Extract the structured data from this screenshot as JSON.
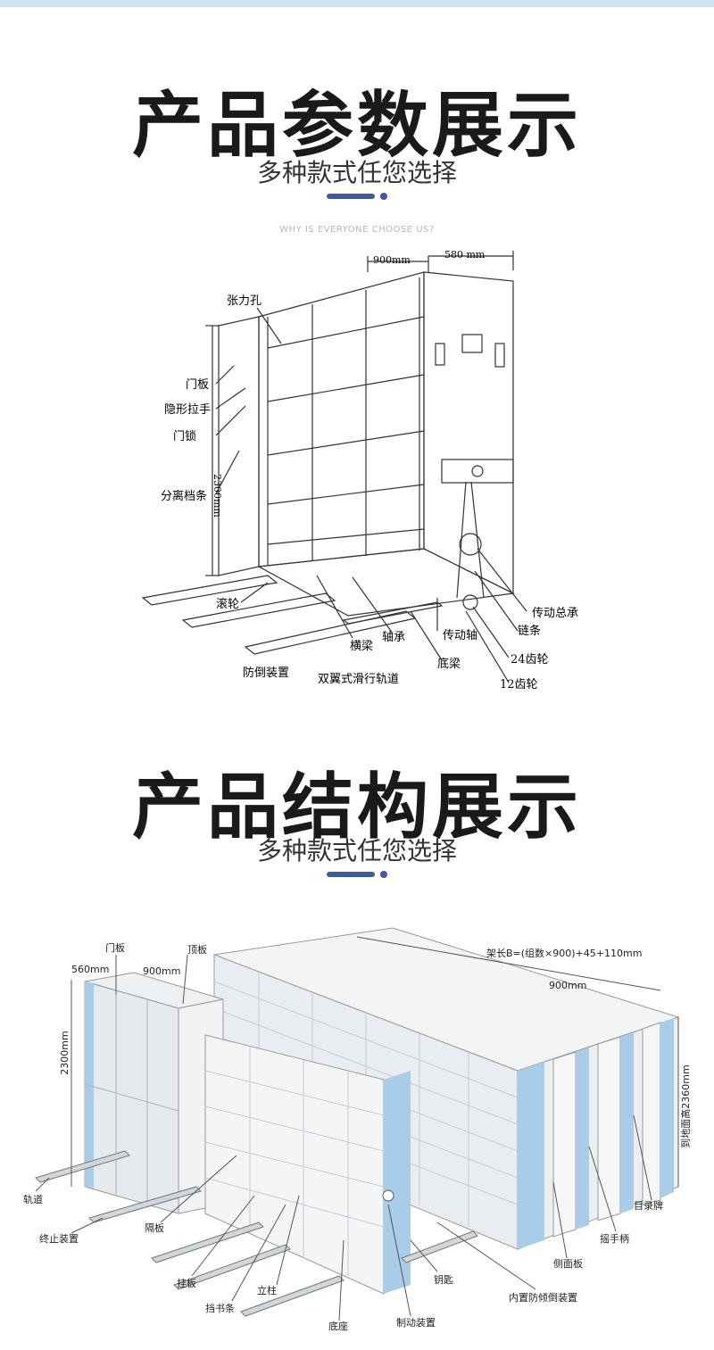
{
  "section1": {
    "title": "产品参数展示",
    "subtitle": "多种款式任您选择",
    "tagline": "WHY IS EVERYONE CHOOSE US?",
    "dims": {
      "width": "900mm",
      "depth": "580 mm",
      "height": "2300mm"
    },
    "labels": {
      "tension_hole": "张力孔",
      "door_panel": "门板",
      "hidden_handle": "隐形拉手",
      "door_lock": "门锁",
      "divider_strip": "分离档条",
      "roller": "滚轮",
      "beam": "横梁",
      "bearing": "轴承",
      "drive_shaft": "传动轴",
      "base_beam": "底梁",
      "anti_tip": "防倒装置",
      "rail": "双翼式滑行轨道",
      "drive_bearing": "传动总承",
      "chain": "链条",
      "gear24": "24齿轮",
      "gear12": "12齿轮"
    }
  },
  "section2": {
    "title": "产品结构展示",
    "subtitle": "多种款式任您选择",
    "dims": {
      "depth": "560mm",
      "width": "900mm",
      "height": "2300mm",
      "total_length": "架长B=(组数×900)+45+110mm",
      "width2": "900mm",
      "floor_height": "到地面高2360mm"
    },
    "labels": {
      "door_panel": "门板",
      "top_panel": "顶板",
      "track": "轨道",
      "end_stop": "终止装置",
      "partition": "隔板",
      "hang_plate": "挂板",
      "book_stop": "挡书条",
      "column": "立柱",
      "base": "底座",
      "brake": "制动装置",
      "key": "钥匙",
      "anti_tip_inner": "内置防倾倒装置",
      "side_panel": "侧面板",
      "crank": "摇手柄",
      "catalog_plate": "目录牌"
    }
  },
  "colors": {
    "accent": "#3f5b9c",
    "panel_blue": "#a9cde8",
    "line": "#333333"
  }
}
